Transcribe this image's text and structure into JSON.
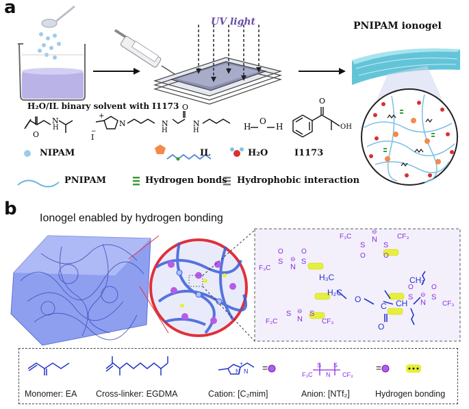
{
  "panel_a": {
    "letter": "a",
    "uv_label": "UV light",
    "product_label": "PNIPAM ionogel",
    "solvent_label": "H₂O/IL binary solvent with I1173",
    "legend": {
      "nipam": "NIPAM",
      "il": "IL",
      "h2o": "H₂O",
      "i1173": "I1173",
      "pnipam": "PNIPAM",
      "hbond": "Hydrogen bonds",
      "hydrophobic": "Hydrophobic interaction"
    },
    "molecule_labels": {
      "water_h1": "H",
      "water_o": "O",
      "water_h2": "H",
      "nipam_o": "O",
      "nipam_nh": "N",
      "nipam_h": "H",
      "il_plus": "+",
      "il_n": "N",
      "il_i": "I",
      "il_minus": "−",
      "il_o": "O",
      "il_n1": "N",
      "il_n2": "N",
      "il_h1": "H",
      "il_h2": "H",
      "i1173_o": "O",
      "i1173_oh": "OH"
    },
    "colors": {
      "nipam": "#9ecbea",
      "il_cation": "#f28a4a",
      "h2o_o": "#d93030",
      "hbond": "#3a9a3a",
      "hydrophobic": "#7a7a7a",
      "pnipam": "#6fb6e0"
    }
  },
  "panel_b": {
    "letter": "b",
    "title": "Ionogel enabled by hydrogen bonding",
    "chem": {
      "h3c": "H₃C",
      "h2c": "H₂C",
      "o_ether": "O",
      "o_carbonyl": "O",
      "ch": "CH",
      "ch2": "CH₂",
      "c": "C",
      "f3c": "F₃C",
      "cf3": "CF₃",
      "s": "S",
      "n": "N",
      "o": "O",
      "minus": "⊖"
    },
    "legend": {
      "monomer": "Monomer: EA",
      "crosslinker": "Cross-linker: EGDMA",
      "cation": "Cation: [C₂mim]",
      "anion": "Anion: [NTf₂]",
      "hbond": "Hydrogen bonding",
      "equals": "=",
      "cation_n1": "N",
      "cation_n2": "N",
      "cation_plus": "+"
    },
    "colors": {
      "chem_purple": "#8a2be2",
      "chem_blue": "#2233cc",
      "hbond_yellow": "#e6f03a",
      "gel_blue": "#5b6fd8",
      "zoom_ring": "#e0303a"
    }
  }
}
